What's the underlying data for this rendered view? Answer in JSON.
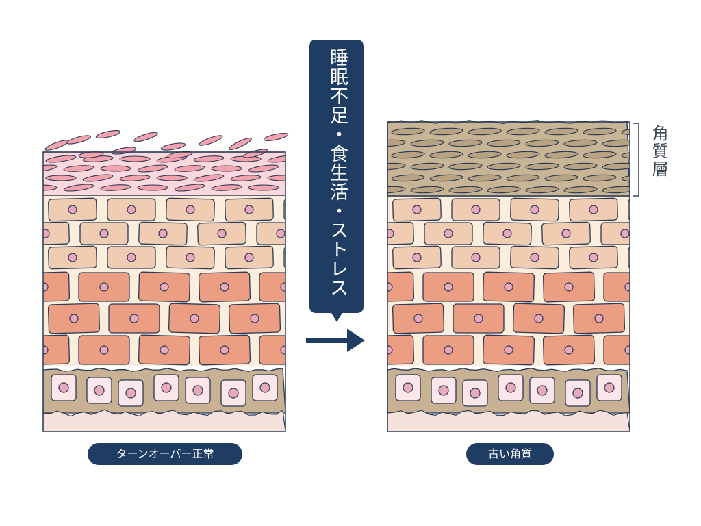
{
  "banner": {
    "text": "睡眠不足・食生活・ストレス"
  },
  "left_panel": {
    "caption": "ターンオーバー正常"
  },
  "right_panel": {
    "caption": "古い角質",
    "layer_label": "角質層"
  },
  "colors": {
    "navy": "#1f3c63",
    "outline": "#2a3a55",
    "pink_layer": "#f9d9dd",
    "pink_flake": "#f3a3ae",
    "cell_light": "#f0cdb2",
    "cell_dark": "#ec9e83",
    "nucleus": "#e8a9bd",
    "basal_bg": "#c9b193",
    "basal_cell": "#fbe6ea",
    "old_keratin": "#c7b595",
    "old_flake": "#b9a282",
    "bottom_band": "#f6e2dc",
    "interstitial": "#fbeedd"
  }
}
